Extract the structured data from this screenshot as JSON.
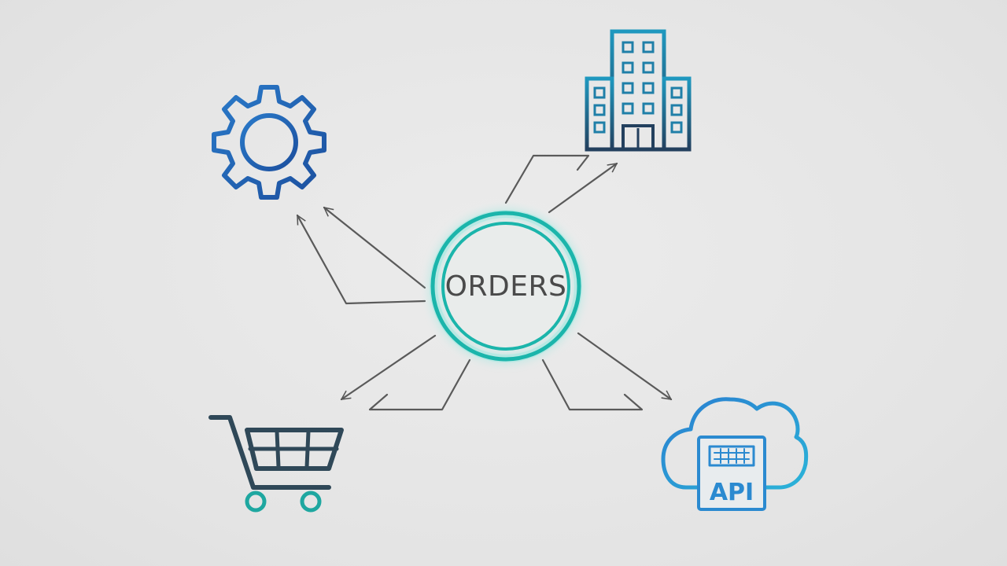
{
  "center_node": {
    "label": "ORDERS"
  },
  "nodes": [
    {
      "name": "settings",
      "icon": "gear-icon"
    },
    {
      "name": "business",
      "icon": "building-icon"
    },
    {
      "name": "shop",
      "icon": "shopping-cart-icon"
    },
    {
      "name": "api",
      "icon": "cloud-api-icon",
      "label": "API"
    }
  ],
  "colors": {
    "background": "#e6e6e6",
    "ring": "#1bb5ab",
    "ring_glow": "#7fe3da",
    "arrow": "#555555",
    "gear": "#1f5fae",
    "building_dark": "#1f4f7a",
    "building_light": "#1f8fb5",
    "cart_dark": "#2f4858",
    "cart_accent": "#1ea7a0",
    "cloud": "#2d8fd0",
    "text": "#4a4a4a"
  }
}
